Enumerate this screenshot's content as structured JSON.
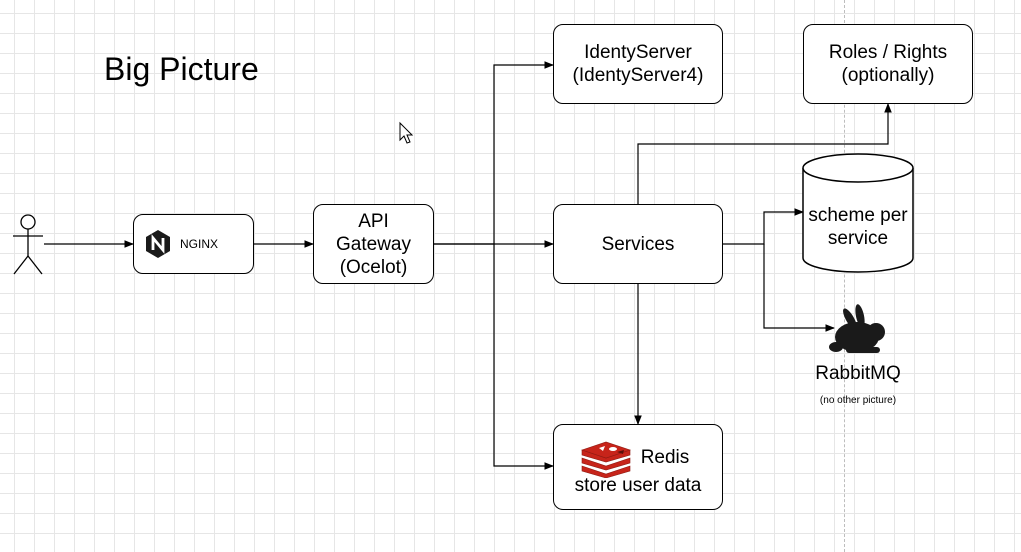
{
  "diagram": {
    "title": "Big Picture",
    "actor": {
      "icon": "stick-figure-icon"
    },
    "nginx": {
      "label": "NGINX",
      "icon": "nginx-logo-icon"
    },
    "api_gateway": {
      "line1": "API",
      "line2": "Gateway",
      "line3": "(Ocelot)"
    },
    "identity_server": {
      "line1": "IdentyServer",
      "line2": "(IdentyServer4)"
    },
    "roles_rights": {
      "line1": "Roles / Rights",
      "line2": "(optionally)"
    },
    "services": {
      "label": "Services"
    },
    "database": {
      "line1": "scheme per",
      "line2": "service",
      "icon": "database-cylinder-icon"
    },
    "rabbitmq": {
      "label": "RabbitMQ",
      "note": "(no other picture)",
      "icon": "rabbit-icon"
    },
    "redis": {
      "line1": "Redis",
      "line2": "store user data",
      "icon": "redis-logo-icon",
      "icon_color": "#c7241a"
    },
    "cursor": {
      "icon": "mouse-cursor-icon"
    }
  }
}
